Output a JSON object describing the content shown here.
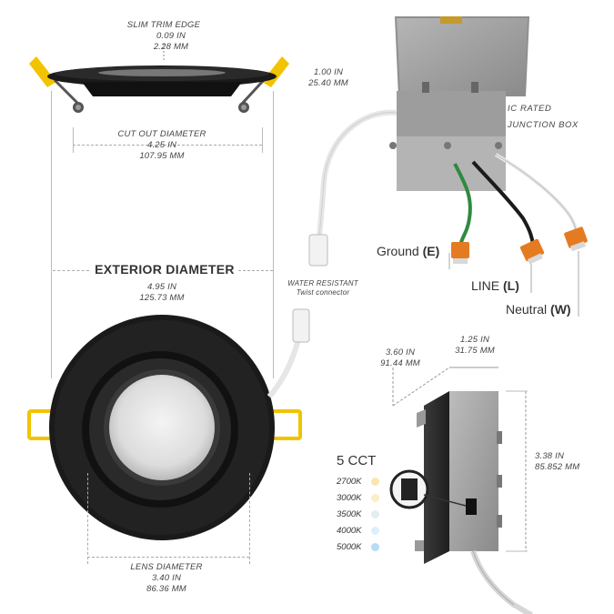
{
  "top_view": {
    "slim_trim_title": "SLIM TRIM EDGE",
    "slim_trim_in": "0.09 IN",
    "slim_trim_mm": "2.28 MM",
    "height_in": "1.00 IN",
    "height_mm": "25.40 MM",
    "cutout_title": "CUT OUT DIAMETER",
    "cutout_in": "4.25 IN",
    "cutout_mm": "107.95 MM"
  },
  "exterior": {
    "title": "EXTERIOR DIAMETER",
    "in": "4.95 IN",
    "mm": "125.73 MM"
  },
  "connector": {
    "line1": "WATER RESISTANT",
    "line2": "Twist connector"
  },
  "lens": {
    "title": "LENS DIAMETER",
    "in": "3.40 IN",
    "mm": "86.36 MM"
  },
  "junction_box": {
    "line1": "IC RATED",
    "line2": "JUNCTION BOX",
    "depth_in": "3.60 IN",
    "depth_mm": "91.44 MM",
    "width_in": "1.25 IN",
    "width_mm": "31.75 MM",
    "height_in": "3.38 IN",
    "height_mm": "85.852 MM"
  },
  "wires": {
    "ground_label": "Ground",
    "ground_code": "(E)",
    "line_label": "LINE",
    "line_code": "(L)",
    "neutral_label": "Neutral",
    "neutral_code": "(W)"
  },
  "cct": {
    "title": "5 CCT",
    "options": [
      {
        "label": "2700K",
        "color": "#fbe6b0"
      },
      {
        "label": "3000K",
        "color": "#fbedc6"
      },
      {
        "label": "3500K",
        "color": "#e3eef0"
      },
      {
        "label": "4000K",
        "color": "#dcefff"
      },
      {
        "label": "5000K",
        "color": "#b7dcf3"
      }
    ]
  },
  "colors": {
    "black_finish": "#1a1a1a",
    "spring_clip": "#f2c300",
    "metal": "#a8a8a8",
    "ground_wire": "#2f8a3f",
    "connector_orange": "#e57b20"
  }
}
